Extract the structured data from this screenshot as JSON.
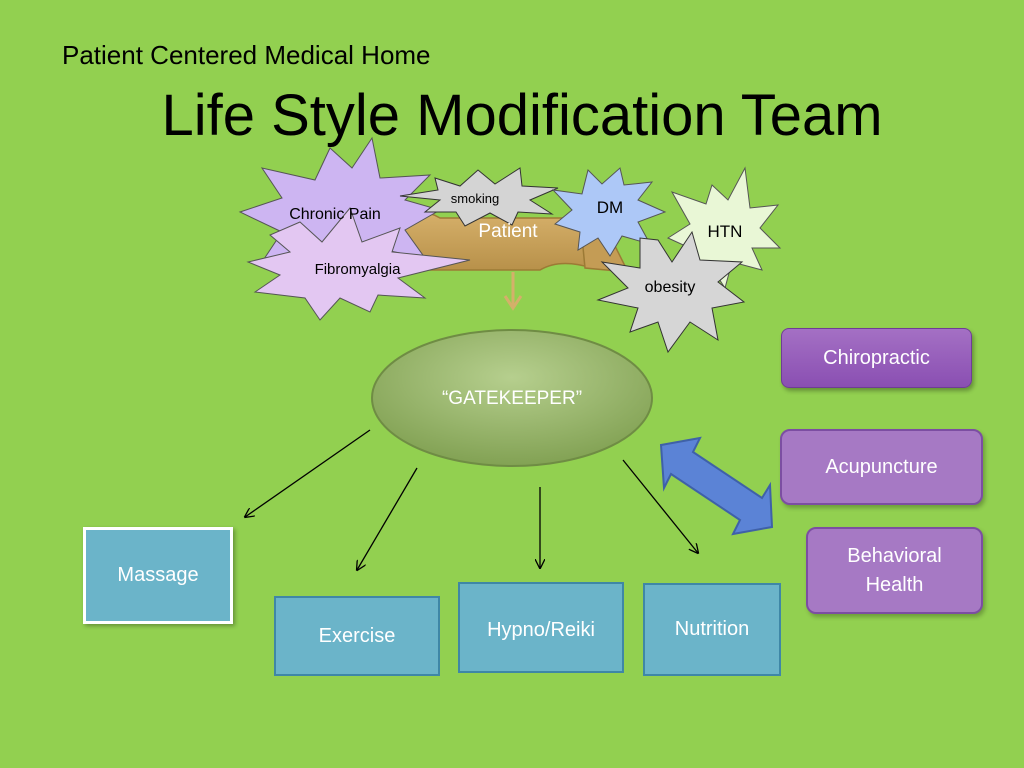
{
  "header": {
    "subtitle": "Patient Centered Medical Home",
    "title": "Life Style Modification Team"
  },
  "conditions": {
    "chronic_pain": "Chronic Pain",
    "fibromyalgia": "Fibromyalgia",
    "smoking": "smoking",
    "dm": "DM",
    "htn": "HTN",
    "obesity": "obesity"
  },
  "patient_label": "Patient",
  "gatekeeper_label": "“GATEKEEPER”",
  "services": {
    "massage": "Massage",
    "exercise": "Exercise",
    "hypno_reiki": "Hypno/Reiki",
    "nutrition": "Nutrition"
  },
  "adjunct_services": {
    "chiropractic": "Chiropractic",
    "acupuncture": "Acupuncture",
    "behavioral_health": "Behavioral Health"
  },
  "colors": {
    "background": "#92d050",
    "service_box": "#6bb4c9",
    "adjunct_box": "#a679c4",
    "gatekeeper": "#8cae5c",
    "double_arrow": "#5b83d6"
  }
}
